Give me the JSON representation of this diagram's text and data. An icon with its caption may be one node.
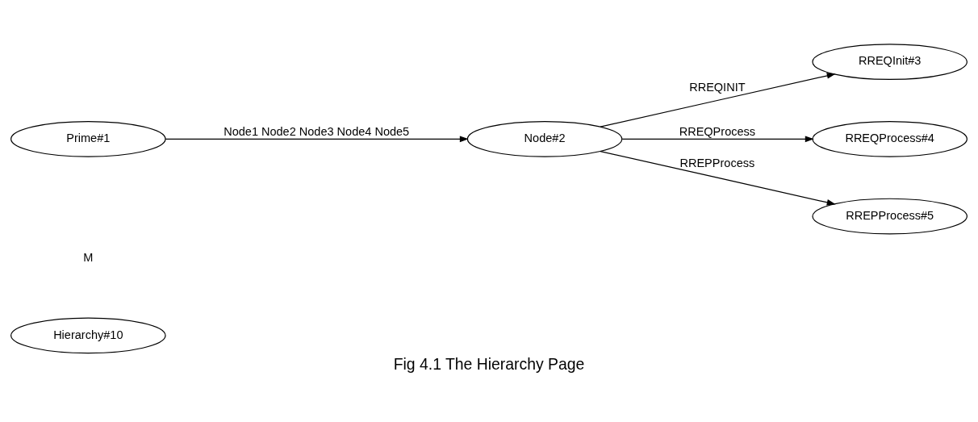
{
  "diagram": {
    "caption": "Fig 4.1 The Hierarchy Page",
    "nodes": [
      {
        "text": [
          "Hierarchy#10"
        ]
      },
      {
        "text": [
          "Prime#1"
        ]
      },
      {
        "text": [
          "Node#2"
        ]
      },
      {
        "text": [
          "RREQInit#3"
        ]
      },
      {
        "text": [
          "RREQProcess#4"
        ]
      },
      {
        "text": [
          "RREPProcess#5"
        ]
      }
    ],
    "edges": [
      {
        "from": 1,
        "to": 2,
        "arrow": "to",
        "label": "Node1 Node2 Node3 Node4 Node5"
      },
      {
        "from": 2,
        "to": 3,
        "arrow": "to",
        "label": "RREQINIT"
      },
      {
        "from": 2,
        "to": 4,
        "arrow": "to",
        "label": "RREQProcess"
      },
      {
        "from": 2,
        "to": 5,
        "arrow": "to",
        "label": "RREPProcess"
      }
    ],
    "labels": [
      "M"
    ]
  }
}
